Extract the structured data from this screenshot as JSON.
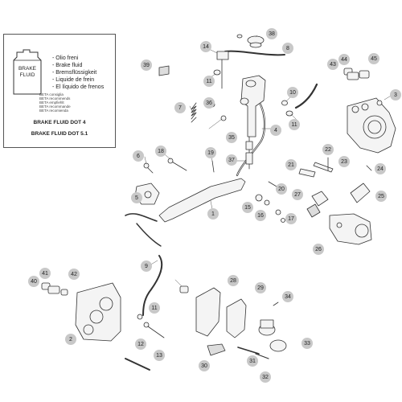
{
  "info_box": {
    "bottle_label": [
      "BRAKE",
      "FLUID"
    ],
    "fluid_names": [
      "- Olio freni",
      "- Brake fluid",
      "- Bremsflüssigkeit",
      "- Liquide de frein",
      "- El líquido de frenos"
    ],
    "recommend_lines": [
      "BETA consiglia",
      "BETA recommends",
      "BETA empfiehlt",
      "BETA recommande",
      "BETA recomienda"
    ],
    "spec_lines": [
      "BRAKE FLUID DOT 4",
      "BRAKE FLUID DOT 5.1"
    ]
  },
  "callouts": {
    "c1": "1",
    "c2": "2",
    "c3": "3",
    "c4": "4",
    "c5": "5",
    "c6": "6",
    "c7": "7",
    "c8": "8",
    "c9": "9",
    "c10": "10",
    "c11a": "11",
    "c11b": "11",
    "c11c": "11",
    "c12": "12",
    "c13": "13",
    "c14": "14",
    "c15": "15",
    "c16": "16",
    "c17": "17",
    "c18": "18",
    "c19": "19",
    "c20": "20",
    "c21": "21",
    "c22": "22",
    "c23": "23",
    "c24": "24",
    "c25": "25",
    "c26": "26",
    "c27": "27",
    "c28": "28",
    "c29": "29",
    "c30": "30",
    "c31": "31",
    "c32": "32",
    "c33": "33",
    "c34": "34",
    "c35": "35",
    "c36": "36",
    "c37": "37",
    "c38": "38",
    "c39": "39",
    "c40": "40",
    "c41": "41",
    "c42": "42",
    "c43": "43",
    "c44": "44",
    "c45": "45"
  },
  "colors": {
    "callout_fill": "#c8c8c8",
    "line": "#333333",
    "part_fill": "#f2f2f2"
  }
}
